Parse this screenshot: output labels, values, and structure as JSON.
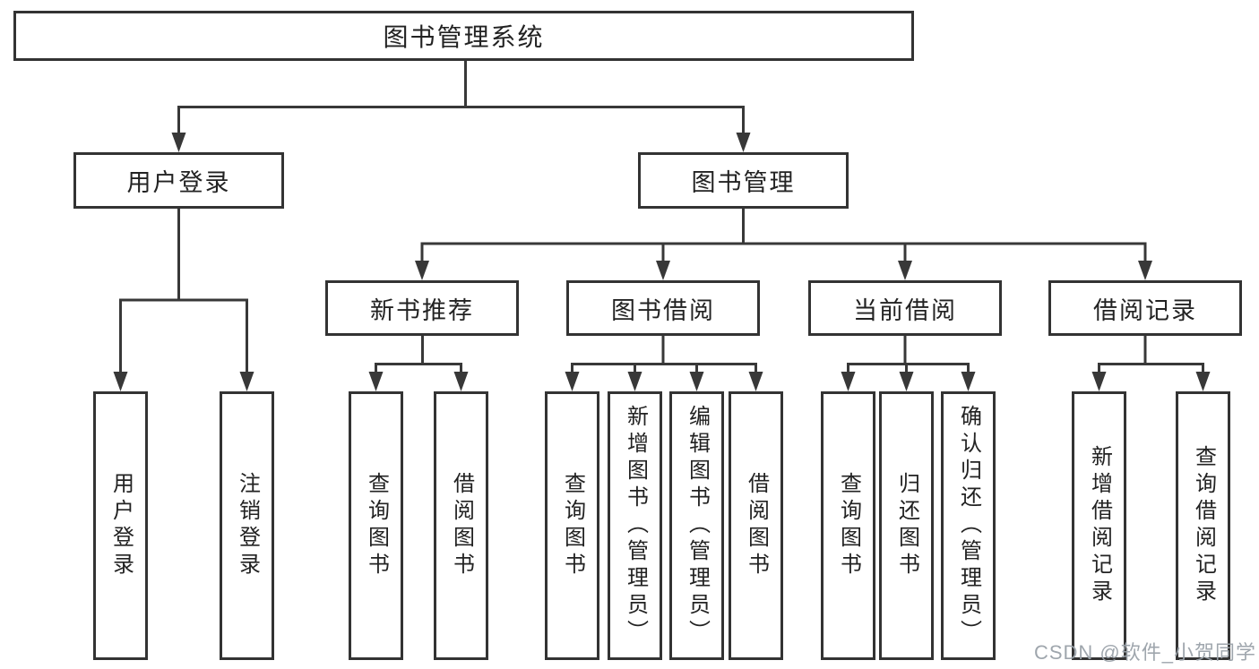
{
  "diagram": {
    "root": "图书管理系统",
    "level2": [
      "用户登录",
      "图书管理"
    ],
    "level3": [
      "新书推荐",
      "图书借阅",
      "当前借阅",
      "借阅记录"
    ],
    "leaves": {
      "user_login": [
        "用户登录",
        "注销登录"
      ],
      "new_book_recommend": [
        "查询图书",
        "借阅图书"
      ],
      "book_borrow": [
        "查询图书",
        "新增图书（管理员）",
        "编辑图书（管理员）",
        "借阅图书"
      ],
      "current_borrow": [
        "查询图书",
        "归还图书",
        "确认归还（管理员）"
      ],
      "borrow_records": [
        "新增借阅记录",
        "查询借阅记录"
      ]
    },
    "colors": {
      "line": "#383838",
      "box_border": "#333333",
      "box_fill": "#ffffff",
      "text": "#222222",
      "watermark": "#9aa2a9",
      "background": "#ffffff"
    }
  },
  "watermark": "CSDN @软件_小贺同学"
}
